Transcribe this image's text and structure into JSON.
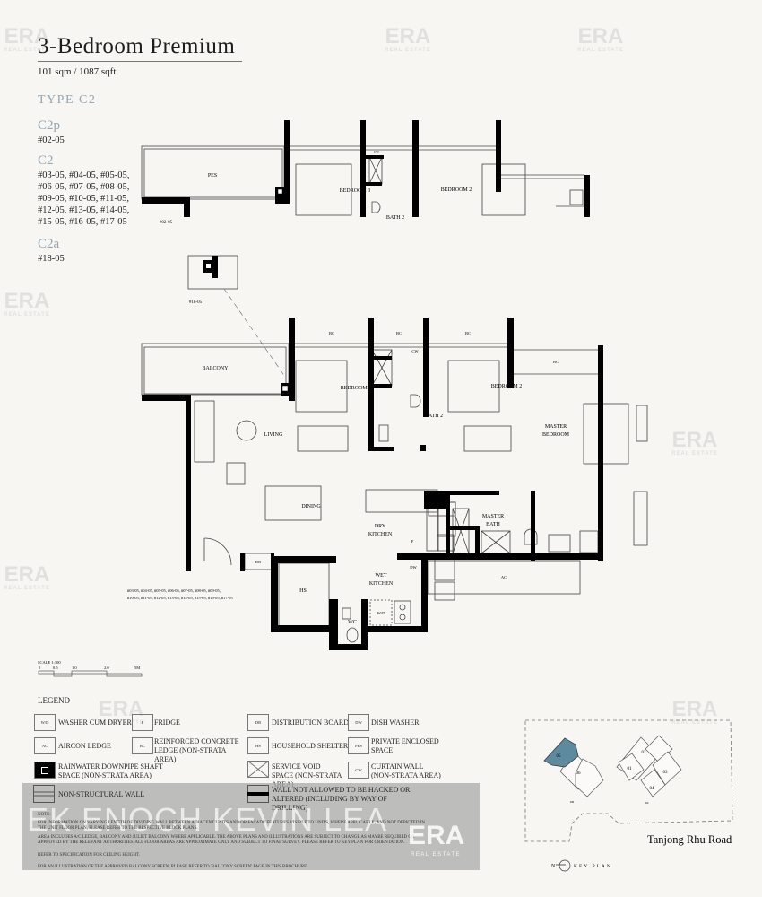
{
  "header": {
    "title": "3-Bedroom Premium",
    "area": "101 sqm / 1087 sqft",
    "type": "TYPE C2"
  },
  "variants": [
    {
      "name": "C2p",
      "units": "#02-05"
    },
    {
      "name": "C2",
      "units": "#03-05, #04-05, #05-05, #06-05, #07-05, #08-05, #09-05, #10-05, #11-05, #12-05, #13-05, #14-05, #15-05, #16-05, #17-05"
    },
    {
      "name": "C2a",
      "units": "#18-05"
    }
  ],
  "plan_labels": {
    "pes": "PES",
    "bedroom3": "BEDROOM 3",
    "bedroom2": "BEDROOM 2",
    "bath2": "BATH 2",
    "cw": "CW",
    "bc": "BC",
    "ac": "AC",
    "unit_0205": "#02-05",
    "unit_1805": "#18-05",
    "balcony": "BALCONY",
    "living": "LIVING",
    "dining": "DINING",
    "dry_kitchen_1": "DRY",
    "dry_kitchen_2": "KITCHEN",
    "master_bedroom_1": "MASTER",
    "master_bedroom_2": "BEDROOM",
    "master_bath_1": "MASTER",
    "master_bath_2": "BATH",
    "hs": "HS",
    "wc": "WC",
    "db": "DB",
    "dw": "DW",
    "wd": "W/D",
    "f": "F",
    "wet_kitchen_1": "WET",
    "wet_kitchen_2": "KITCHEN",
    "units_line1": "#03-05, #04-05, #05-05, #06-05, #07-05, #08-05, #09-05,",
    "units_line2": "#10-05, #11-05, #12-05, #13-05, #14-05, #15-05, #16-05, #17-05"
  },
  "scale": {
    "label": "SCALE 1:100",
    "ticks": [
      "0",
      "0.5",
      "1.0",
      "2.0",
      "5M"
    ]
  },
  "legend": {
    "title": "LEGEND",
    "items": [
      {
        "code": "W/D",
        "label": "WASHER CUM DRYER"
      },
      {
        "code": "F",
        "label": "FRIDGE"
      },
      {
        "code": "DB",
        "label": "DISTRIBUTION BOARD"
      },
      {
        "code": "DW",
        "label": "DISH WASHER"
      },
      {
        "code": "AC",
        "label": "AIRCON LEDGE"
      },
      {
        "code": "RC",
        "label": "REINFORCED CONCRETE LEDGE (NON-STRATA AREA)"
      },
      {
        "code": "HS",
        "label": "HOUSEHOLD SHELTER"
      },
      {
        "code": "PES",
        "label": "PRIVATE ENCLOSED SPACE"
      },
      {
        "code": "",
        "label": "RAINWATER DOWNPIPE SHAFT SPACE (NON-STRATA AREA)"
      },
      {
        "code": "",
        "label": "SERVICE VOID SPACE (NON-STRATA AREA)"
      },
      {
        "code": "CW",
        "label": "CURTAIN WALL (NON-STRATA AREA)"
      },
      {
        "code": "",
        "label": "NON-STRUCTURAL WALL"
      },
      {
        "code": "",
        "label": "WALL NOT ALLOWED TO BE HACKED OR ALTERED (INCLUDING BY WAY OF DRILLING)"
      }
    ]
  },
  "notes": {
    "heading": "NOTE:",
    "lines": [
      "FOR INFORMATION ON VARYING LENGTH OF DIVIDING WALL BETWEEN ADJACENT UNITS AND/OR FACADE FEATURES VISIBLE TO UNITS, WHERE APPLICABLE, AND NOT DEPICTED IN THE UNIT FLOOR PLAN, PLEASE REFER TO THE RESPECTIVE BLOCK PLANS.",
      "AREA INCLUDES A/C LEDGE, BALCONY AND JULIET BALCONY WHERE APPLICABLE. THE ABOVE PLANS AND ILLUSTRATIONS ARE SUBJECT TO CHANGE AS MAYBE REQUIRED OR APPROVED BY THE RELEVANT AUTHORITIES. ALL FLOOR AREAS ARE APPROXIMATE ONLY AND SUBJECT TO FINAL SURVEY. PLEASE REFER TO KEY PLAN FOR ORIENTATION.",
      "REFER TO SPECIFICATION FOR CEILING HEIGHT.",
      "FOR AN ILLUSTRATION OF THE APPROVED BALCONY SCREEN, PLEASE REFER TO 'BALCONY SCREEN' PAGE IN THIS BROCHURE."
    ]
  },
  "key_plan": {
    "label": "KEY PLAN",
    "north": "N",
    "road": "Tanjong Rhu Road",
    "block_left": "6D",
    "block_right": "6C",
    "units": [
      "05",
      "06",
      "01",
      "02",
      "03",
      "04"
    ],
    "highlighted_unit": "05",
    "highlight_color": "#5e8aa0"
  },
  "watermark": {
    "agent": "EK ENOCH KEVIN LEA",
    "brand": "ERA",
    "brand_sub": "REAL ESTATE"
  },
  "colors": {
    "accent": "#93a6b2",
    "background": "#f8f6f3",
    "wall": "#000000"
  }
}
